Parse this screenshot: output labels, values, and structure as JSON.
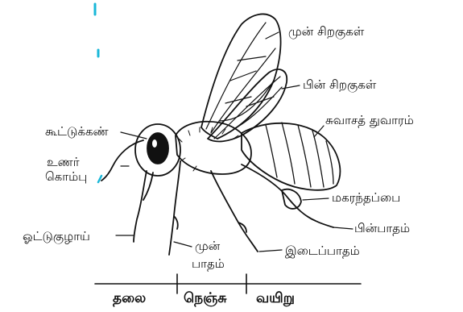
{
  "labels": {
    "forewings": "முன் சிறகுகள்",
    "hindwings": "பின் சிறகுகள்",
    "spiracle": "சுவாசத் துவாரம்",
    "compound_eye": "கூட்டுக்கண்",
    "antenna_line1": "உணர்",
    "antenna_line2": "கொம்பு",
    "nectar_sac": "மகரந்தப்பை",
    "tongue": "ஓட்டுகுழாய்",
    "hind_leg": "பின்பாதம்",
    "fore_leg_line1": "முன்",
    "fore_leg_line2": "பாதம்",
    "middle_leg": "இடைப்பாதம்"
  },
  "segments": {
    "head": "தலை",
    "thorax": "நெஞ்சு",
    "abdomen": "வயிறு"
  }
}
